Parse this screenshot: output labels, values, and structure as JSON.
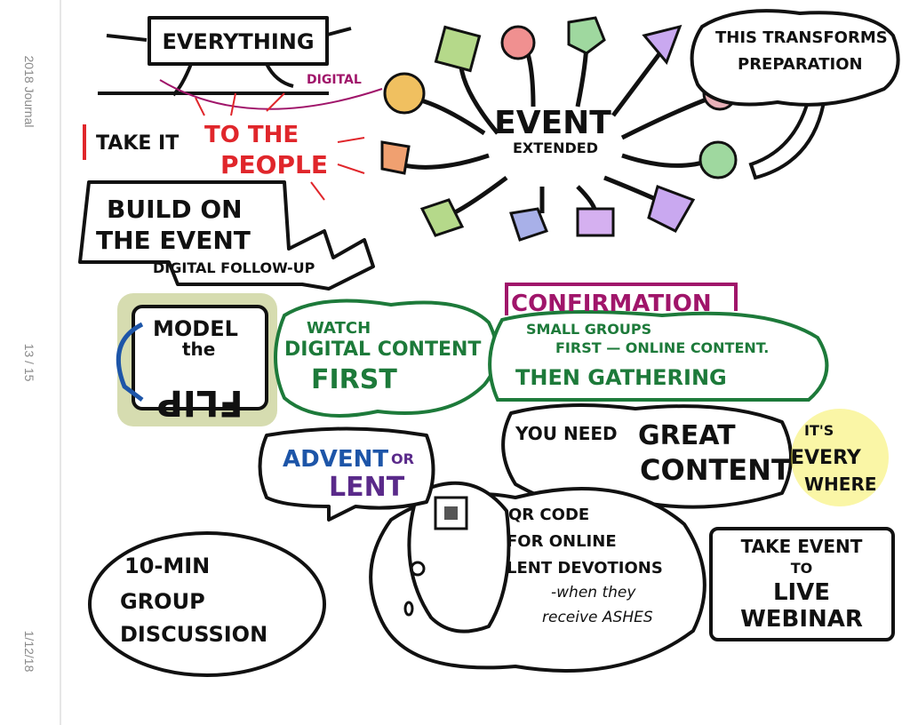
{
  "sidebar": {
    "journal_title": "2018 Journal",
    "page_indicator": "13 / 15",
    "date": "1/12/18"
  },
  "sketch": {
    "everything": "EVERYTHING",
    "digital": "DIGITAL",
    "take_it": "TAKE IT",
    "to_the": "TO THE",
    "people": "PEOPLE",
    "build_line1": "BUILD ON",
    "build_line2": "THE EVENT",
    "build_line3": "DIGITAL FOLLOW-UP",
    "model": "MODEL",
    "the": "the",
    "flip": "FLIP",
    "watch": "WATCH",
    "digital_content": "DIGITAL CONTENT",
    "first": "FIRST",
    "confirmation": "CONFIRMATION",
    "small_groups": "SMALL GROUPS",
    "first_online": "FIRST — ONLINE CONTENT.",
    "then_gathering": "THEN GATHERING",
    "event": "EVENT",
    "extended": "EXTENDED",
    "transforms_line1": "THIS TRANSFORMS",
    "transforms_line2": "PREPARATION",
    "you_need": "YOU NEED",
    "great": "GREAT",
    "content": "CONTENT",
    "its": "IT'S",
    "every": "EVERY",
    "where": "WHERE",
    "advent": "ADVENT",
    "or": "OR",
    "lent": "LENT",
    "qr_line1": "QR CODE",
    "qr_line2": "FOR ONLINE",
    "qr_line3": "LENT DEVOTIONS",
    "qr_line4": "-when they",
    "qr_line5": "receive ASHES",
    "webinar_line1": "TAKE EVENT",
    "webinar_line2": "TO",
    "webinar_line3": "LIVE",
    "webinar_line4": "WEBINAR",
    "discussion_line1": "10-MIN",
    "discussion_line2": "GROUP",
    "discussion_line3": "DISCUSSION"
  },
  "colors": {
    "red": "#e0262b",
    "green": "#1d7a3a",
    "magenta": "#a0156a",
    "blue": "#1d55a8",
    "purple": "#5a2a8a",
    "olive": "#d6dcb0",
    "yellow": "#f4ec3a"
  }
}
